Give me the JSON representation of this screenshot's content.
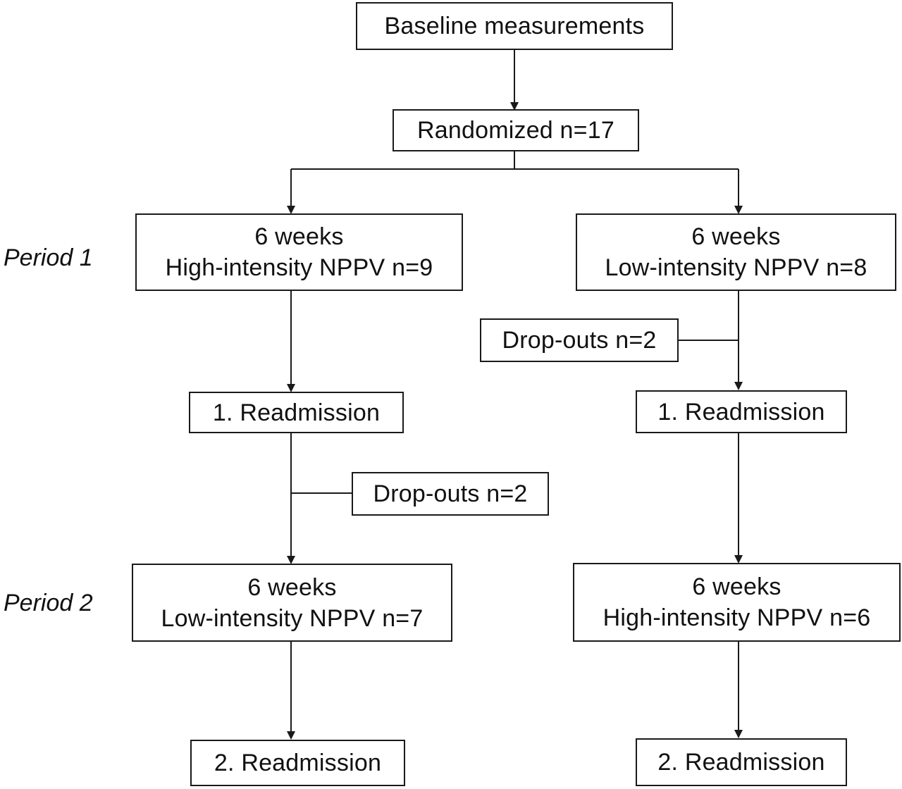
{
  "periods": {
    "period_1": "Period 1",
    "period_2": "Period 2"
  },
  "nodes": {
    "baseline": "Baseline measurements",
    "randomized": "Randomized n=17",
    "left_p1_duration": "6 weeks",
    "left_p1_treatment": "High-intensity NPPV n=9",
    "right_p1_duration": "6 weeks",
    "right_p1_treatment": "Low-intensity NPPV n=8",
    "right_dropouts": "Drop-outs n=2",
    "left_readmission_1": "1. Readmission",
    "right_readmission_1": "1. Readmission",
    "left_dropouts": "Drop-outs n=2",
    "left_p2_duration": "6 weeks",
    "left_p2_treatment": "Low-intensity NPPV n=7",
    "right_p2_duration": "6 weeks",
    "right_p2_treatment": "High-intensity NPPV n=6",
    "left_readmission_2": "2. Readmission",
    "right_readmission_2": "2. Readmission"
  }
}
